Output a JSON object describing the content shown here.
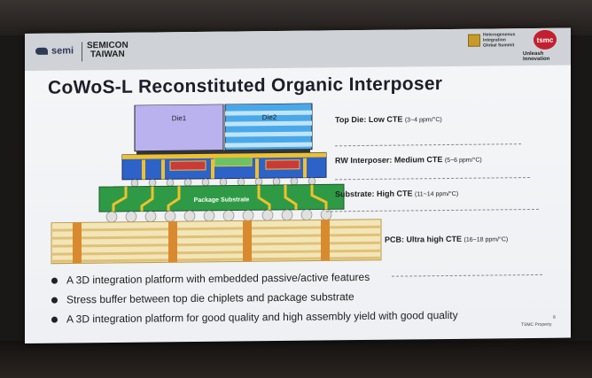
{
  "header": {
    "semi_logo": "semi",
    "semicon_logo_line1": "SEMICON",
    "semicon_logo_line2": "TAIWAN",
    "hig_logo": "Heterogeneous Integration Global Summit",
    "tsmc_logo": "tsmc",
    "tsmc_tagline": "Unleash Innovation"
  },
  "slide": {
    "title": "CoWoS-L Reconstituted Organic Interposer",
    "diagram": {
      "die1": "Die1",
      "die2": "Die2",
      "package_substrate": "Package Substrate"
    },
    "layers": [
      {
        "name": "Top Die: Low CTE",
        "cte": "(3~4 ppm/°C)"
      },
      {
        "name": "RW Interposer: Medium CTE",
        "cte": "(5~6 ppm/°C)"
      },
      {
        "name": "Substrate: High CTE",
        "cte": "(11~14 ppm/°C)"
      },
      {
        "name": "PCB: Ultra high CTE",
        "cte": "(16~18 ppm/°C)"
      }
    ],
    "bullets": [
      "A 3D integration platform with embedded passive/active features",
      "Stress buffer between top die chiplets and package substrate",
      "A 3D integration platform for good quality and high assembly yield with good quality"
    ],
    "footer": "TSMC Property",
    "page_number": "8"
  },
  "colors": {
    "die1": "#b9b2ef",
    "die2": "#4aa8e8",
    "interposer": "#2d63c9",
    "substrate": "#2f9a45",
    "pcb": "#f2e6b8",
    "copper": "#d98a2e"
  }
}
